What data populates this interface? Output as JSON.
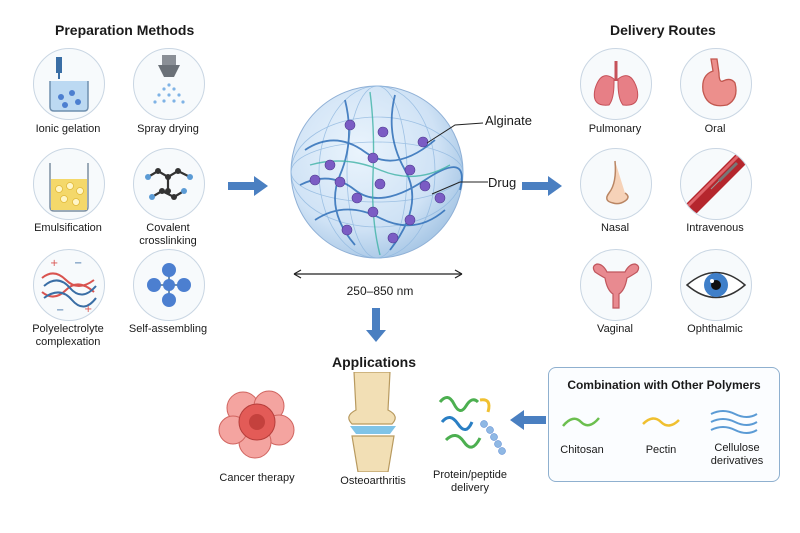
{
  "preparation": {
    "title": "Preparation Methods",
    "methods": [
      {
        "label": "Ionic gelation",
        "icon": "beaker-dropper-icon"
      },
      {
        "label": "Spray drying",
        "icon": "spray-nozzle-icon"
      },
      {
        "label": "Emulsification",
        "icon": "emulsion-beaker-icon"
      },
      {
        "label": "Covalent crosslinking",
        "icon": "molecule-crosslink-icon"
      },
      {
        "label": "Polyelectrolyte complexation",
        "icon": "polyelectrolyte-icon"
      },
      {
        "label": "Self-assembling",
        "icon": "self-assembly-icon"
      }
    ]
  },
  "nanoparticle": {
    "labels": {
      "alginate": "Alginate",
      "drug": "Drug"
    },
    "size": "250–850 nm"
  },
  "delivery": {
    "title": "Delivery Routes",
    "routes": [
      {
        "label": "Pulmonary",
        "icon": "lungs-icon"
      },
      {
        "label": "Oral",
        "icon": "stomach-icon"
      },
      {
        "label": "Nasal",
        "icon": "nose-icon"
      },
      {
        "label": "Intravenous",
        "icon": "syringe-vein-icon"
      },
      {
        "label": "Vaginal",
        "icon": "uterus-icon"
      },
      {
        "label": "Ophthalmic",
        "icon": "eye-icon"
      }
    ]
  },
  "applications": {
    "title": "Applications",
    "items": [
      {
        "label": "Cancer therapy",
        "icon": "cancer-cell-icon"
      },
      {
        "label": "Osteoarthritis",
        "icon": "knee-joint-icon"
      },
      {
        "label": "Protein/peptide delivery",
        "icon": "protein-icon"
      }
    ]
  },
  "polymers": {
    "title": "Combination with Other Polymers",
    "items": [
      {
        "label": "Chitosan",
        "color": "#6cbf4f"
      },
      {
        "label": "Pectin",
        "color": "#f0c030"
      },
      {
        "label": "Cellulose derivatives",
        "color": "#5b9bd5"
      }
    ]
  },
  "colors": {
    "arrow": "#4a7fc1",
    "drug": "#7b5cc4",
    "alginate": "#3f7fc9"
  }
}
